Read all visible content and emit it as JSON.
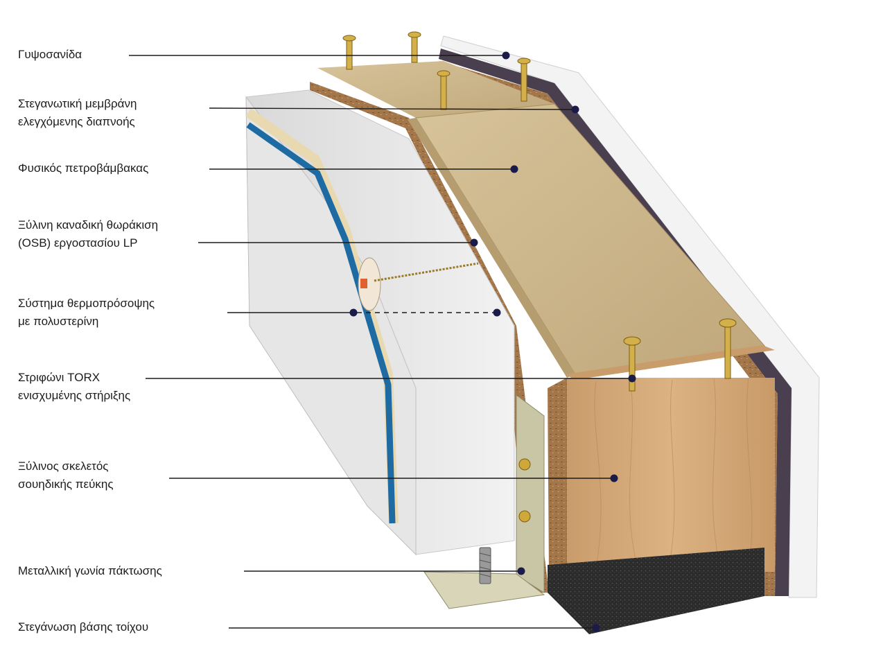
{
  "diagram": {
    "callouts": [
      {
        "id": "gypsum",
        "lines": [
          "Γυψοσανίδα"
        ]
      },
      {
        "id": "membrane",
        "lines": [
          "Στεγανωτική μεμβράνη",
          "ελεγχόμενης διαπνοής"
        ]
      },
      {
        "id": "rockwool",
        "lines": [
          "Φυσικός πετροβάμβακας"
        ]
      },
      {
        "id": "osb",
        "lines": [
          "Ξύλινη καναδική θωράκιση",
          "(OSB) εργοστασίου LP"
        ]
      },
      {
        "id": "etics",
        "lines": [
          "Σύστημα θερμοπρόσοψης",
          "με πολυστερίνη"
        ]
      },
      {
        "id": "torx",
        "lines": [
          "Στριφώνι TORX",
          "ενισχυμένης στήριξης"
        ]
      },
      {
        "id": "frame",
        "lines": [
          "Ξύλινος σκελετός",
          "σουηδικής πεύκης"
        ]
      },
      {
        "id": "bracket",
        "lines": [
          "Μεταλλική γωνία πάκτωσης"
        ]
      },
      {
        "id": "base",
        "lines": [
          "Στεγάνωση βάσης τοίχου"
        ]
      }
    ],
    "colors": {
      "leader": "#1a1a1a",
      "dot": "#1b1b4a",
      "polystyrene": "#eeeeee",
      "blue_stripe": "#1e6aa3",
      "beige_stripe": "#e8d9b0",
      "rockwool": "#c9b48a",
      "osb": "#a4774a",
      "timber": "#d3a878",
      "membrane": "#4a3f4f",
      "gypsum": "#f4f4f4",
      "base_seal": "#2b2b2b",
      "bracket": "#c9c6a6"
    }
  }
}
